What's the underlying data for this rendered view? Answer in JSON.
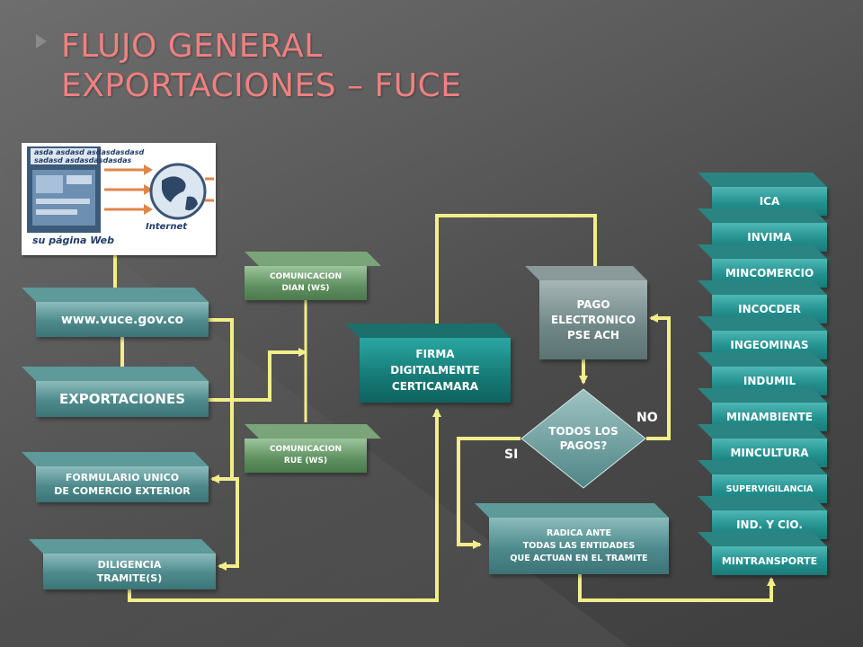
{
  "title": {
    "line1": "FLUJO GENERAL",
    "line2": "EXPORTACIONES – FUCE"
  },
  "web_image": {
    "banner_line1": "asda asdasd asdasdasdasd",
    "banner_line2": "sadasd asdasdasdasdas",
    "page_label": "su página Web",
    "internet_label": "Internet"
  },
  "steps": {
    "vuce": "www.vuce.gov.co",
    "exportaciones": "EXPORTACIONES",
    "formulario_line1": "FORMULARIO UNICO",
    "formulario_line2": "DE COMERCIO EXTERIOR",
    "diligencia_line1": "DILIGENCIA",
    "diligencia_line2": "TRAMITE(S)",
    "dian_line1": "COMUNICACION",
    "dian_line2": "DIAN (WS)",
    "rue_line1": "COMUNICACION",
    "rue_line2": "RUE (WS)",
    "firma_line1": "FIRMA",
    "firma_line2": "DIGITALMENTE",
    "firma_line3": "CERTICAMARA",
    "pago_line1": "PAGO",
    "pago_line2": "ELECTRONICO",
    "pago_line3": "PSE ACH",
    "decision_line1": "TODOS LOS",
    "decision_line2": "PAGOS?",
    "decision_no": "NO",
    "decision_si": "SI",
    "radica_line1": "RADICA ANTE",
    "radica_line2": "TODAS LAS ENTIDADES",
    "radica_line3": "QUE ACTUAN EN EL TRAMITE"
  },
  "entities": [
    "ICA",
    "INVIMA",
    "MINCOMERCIO",
    "INCOCDER",
    "INGEOMINAS",
    "INDUMIL",
    "MINAMBIENTE",
    "MINCULTURA",
    "SUPERVIGILANCIA",
    "IND. Y CIO.",
    "MINTRANSPORTE"
  ],
  "colors": {
    "title": "#f08080",
    "connector": "#f2ee8a",
    "entity_face": "#23918f"
  }
}
